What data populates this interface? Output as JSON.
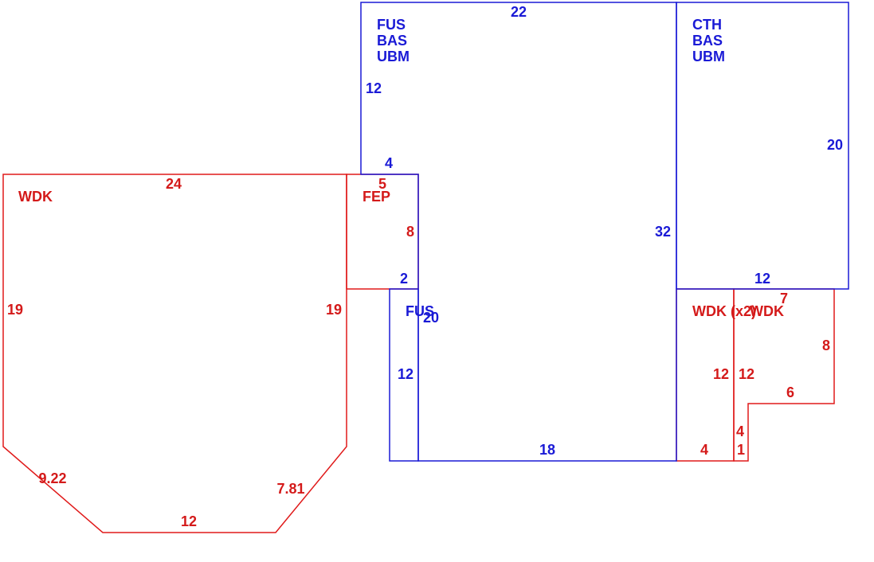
{
  "colors": {
    "blue": "#1a1ad6",
    "red": "#e01a1a",
    "background": "#ffffff"
  },
  "areas": {
    "fus_main": {
      "codes": [
        "FUS",
        "BAS",
        "UBM"
      ]
    },
    "cth": {
      "codes": [
        "CTH",
        "BAS",
        "UBM"
      ]
    },
    "wdk_left": {
      "code": "WDK"
    },
    "fep": {
      "code": "FEP"
    },
    "fus_narrow": {
      "code": "FUS"
    },
    "wdk_x2": {
      "code": "WDK (x2)"
    },
    "wdk_right": {
      "code": "WDK"
    }
  },
  "dimensions": {
    "fus_top": "22",
    "fus_left_upper": "12",
    "fus_step_4": "4",
    "fus_right": "32",
    "fus_step_2": "2",
    "fus_narrow_20": "20",
    "fus_narrow_12": "12",
    "fus_bottom": "18",
    "cth_right": "20",
    "cth_bottom": "12",
    "fep_top": "5",
    "fep_right": "8",
    "wdk_top": "24",
    "wdk_left": "19",
    "wdk_right": "19",
    "wdk_diag_left": "9.22",
    "wdk_diag_right": "7.81",
    "wdk_bottom": "12",
    "wdkx2_left": "12",
    "wdkx2_bottom": "4",
    "wdkr_top": "7",
    "wdkr_right": "8",
    "wdkr_mid": "6",
    "wdkr_left": "12",
    "wdkr_step_4": "4",
    "wdkr_step_1": "1"
  }
}
